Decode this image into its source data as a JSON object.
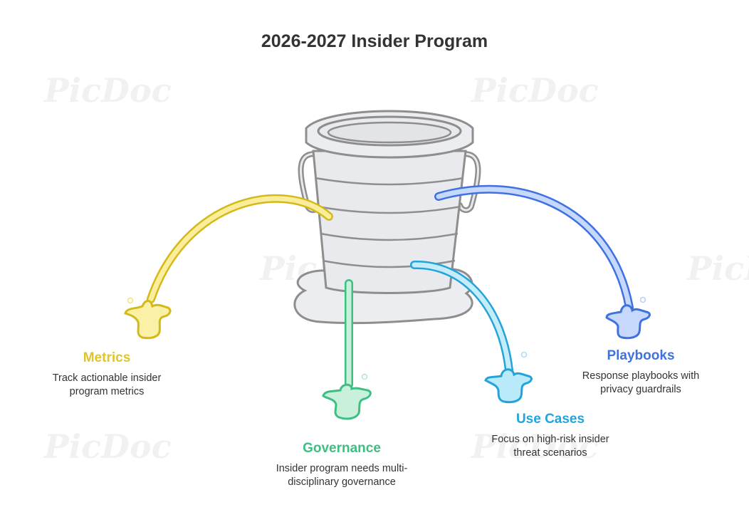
{
  "title": "2026-2027 Insider Program",
  "watermark": "PicDoc",
  "items": {
    "metrics": {
      "heading": "Metrics",
      "desc_line1": "Track actionable insider",
      "desc_line2": "program metrics",
      "color": "#E6CC2C"
    },
    "governance": {
      "heading": "Governance",
      "desc_line1": "Insider program needs multi-",
      "desc_line2": "disciplinary governance",
      "color": "#3DBE83"
    },
    "use_cases": {
      "heading": "Use Cases",
      "desc_line1": "Focus on high-risk insider",
      "desc_line2": "threat scenarios",
      "color": "#23A4D9"
    },
    "playbooks": {
      "heading": "Playbooks",
      "desc_line1": "Response playbooks with",
      "desc_line2": "privacy guardrails",
      "color": "#3F72E0"
    }
  }
}
